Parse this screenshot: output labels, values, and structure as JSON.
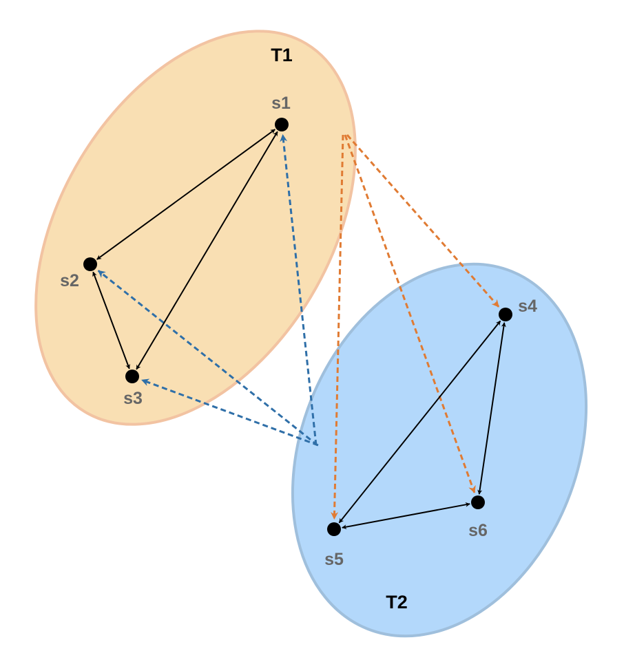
{
  "clusters": [
    {
      "id": "T1",
      "label": "T1",
      "fill": "#f9dfb3",
      "stroke": "#f2c3a2"
    },
    {
      "id": "T2",
      "label": "T2",
      "fill": "#b3d8fb",
      "stroke": "#9fbfdc"
    }
  ],
  "nodes": [
    {
      "id": "s1",
      "label": "s1",
      "cluster": "T1"
    },
    {
      "id": "s2",
      "label": "s2",
      "cluster": "T1"
    },
    {
      "id": "s3",
      "label": "s3",
      "cluster": "T1"
    },
    {
      "id": "s4",
      "label": "s4",
      "cluster": "T2"
    },
    {
      "id": "s5",
      "label": "s5",
      "cluster": "T2"
    },
    {
      "id": "s6",
      "label": "s6",
      "cluster": "T2"
    }
  ],
  "edges": [
    {
      "from": "s1",
      "to": "s2",
      "style": "solid",
      "direction": "both"
    },
    {
      "from": "s1",
      "to": "s3",
      "style": "solid",
      "direction": "both"
    },
    {
      "from": "s2",
      "to": "s3",
      "style": "solid",
      "direction": "both"
    },
    {
      "from": "s4",
      "to": "s5",
      "style": "solid",
      "direction": "both"
    },
    {
      "from": "s4",
      "to": "s6",
      "style": "solid",
      "direction": "both"
    },
    {
      "from": "s5",
      "to": "s6",
      "style": "solid",
      "direction": "both"
    },
    {
      "from": "T1",
      "to": "s4",
      "style": "dashed",
      "color": "orange"
    },
    {
      "from": "T1",
      "to": "s5",
      "style": "dashed",
      "color": "orange"
    },
    {
      "from": "T1",
      "to": "s6",
      "style": "dashed",
      "color": "orange"
    },
    {
      "from": "T2",
      "to": "s1",
      "style": "dashed",
      "color": "blue"
    },
    {
      "from": "T2",
      "to": "s2",
      "style": "dashed",
      "color": "blue"
    },
    {
      "from": "T2",
      "to": "s3",
      "style": "dashed",
      "color": "blue"
    }
  ],
  "colors": {
    "node": "#000000",
    "node_label": "#666666",
    "cluster_title": "#000000",
    "solid_edge": "#000000",
    "orange_edge": "#e07b33",
    "blue_edge": "#2f6fa8"
  }
}
